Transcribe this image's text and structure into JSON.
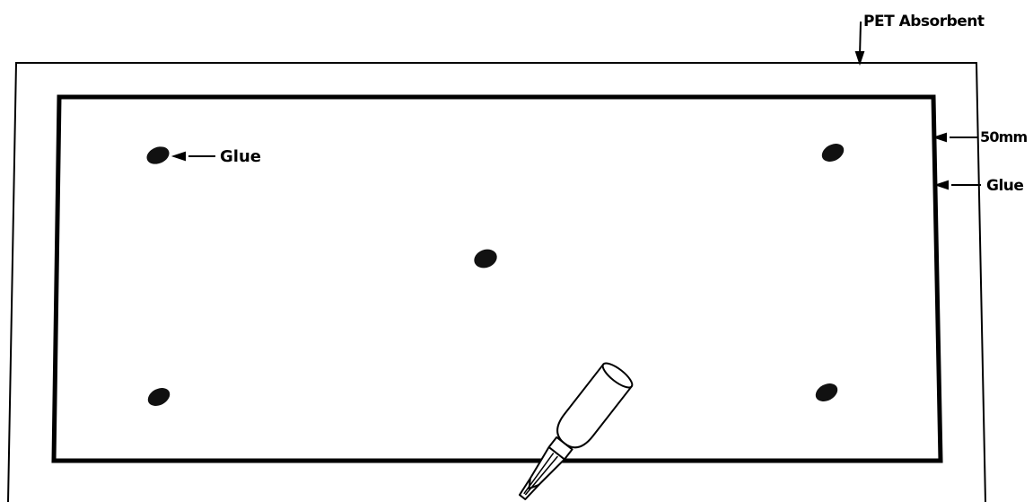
{
  "labels": {
    "pet_absorbent": "PET Absorbent",
    "glue_left": "Glue",
    "thickness": "50mm",
    "glue_right": "Glue"
  },
  "colors": {
    "line": "#000000",
    "background": "#ffffff",
    "glue_dot": "#111111"
  },
  "icons": {
    "applicator": "glue-bottle-icon",
    "arrow": "arrow-icon"
  }
}
